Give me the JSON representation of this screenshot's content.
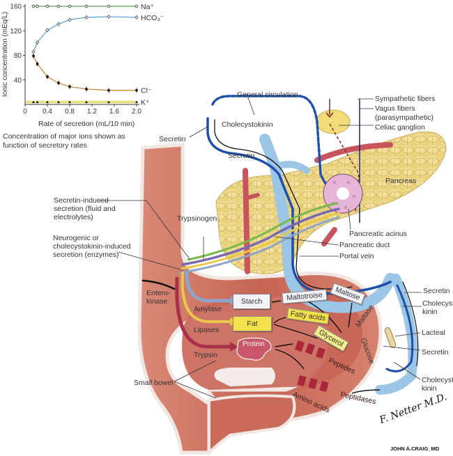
{
  "chart_data": {
    "type": "line",
    "title": "Concentration of major ions shown as function of secretory rates",
    "xlabel": "Rate of secretion (mL/10 min)",
    "ylabel": "Ionic concentration (mEq/L)",
    "xlim": [
      0,
      2.0
    ],
    "ylim": [
      0,
      160
    ],
    "xticks": [
      "0",
      "0.4",
      "0.8",
      "1.2",
      "1.6",
      "2.0"
    ],
    "yticks": [
      "40",
      "80",
      "120",
      "160"
    ],
    "x": [
      0.15,
      0.22,
      0.4,
      0.6,
      0.8,
      1.1,
      1.5,
      2.0
    ],
    "series": [
      {
        "name": "Na+",
        "label": "Na⁺",
        "color": "#5aa04a",
        "marker": "open-circle",
        "values": [
          160,
          160,
          160,
          160,
          160,
          160,
          160,
          160
        ]
      },
      {
        "name": "HCO3-",
        "label": "HCO₃⁻",
        "color": "#5aa6d8",
        "marker": "open-diamond",
        "values": [
          86,
          101,
          121,
          131,
          138,
          142,
          143,
          142
        ]
      },
      {
        "name": "Cl-",
        "label": "Cl⁻",
        "color": "#c98a3a",
        "marker": "filled-circle",
        "values": [
          79,
          66,
          45,
          35,
          29,
          25,
          23,
          23
        ]
      },
      {
        "name": "K+",
        "label": "K⁺",
        "color": "#e8e07a",
        "marker": "filled-triangle",
        "values": [
          4,
          4,
          4,
          4,
          4,
          4,
          4,
          4
        ]
      }
    ]
  },
  "labels": {
    "general_circulation": "General circulation",
    "cholecystokinin_top": "Cholecystokinin",
    "secretin_left": "Secretin",
    "secretin_mid": "Secretin",
    "sympathetic": "Sympathetic fibers",
    "vagus_1": "Vagus fibers",
    "vagus_2": "(parasympathetic)",
    "celiac": "Celiac ganglion",
    "pancreas": "Pancreas",
    "acinus": "Pancreatic acinus",
    "duct": "Pancreatic duct",
    "portal": "Portal vein",
    "secretin_induced": "Secretin-induced secretion (fluid and electrolytes)",
    "neurogenic": "Neurogenic or cholecystokinin-induced secretion (enzymes)",
    "trypsinogen": "Trypsinogen",
    "enterokinase": "Entero-kinase",
    "amylase": "Amylase",
    "lipases": "Lipases",
    "trypsin": "Trypsin",
    "starch": "Starch",
    "fat": "Fat",
    "protein": "Protein",
    "maltotroise": "Maltotroise",
    "maltose": "Maltose",
    "maltase": "Maltase",
    "fatty_acids": "Fatty acids",
    "glycerol": "Glycerol",
    "glucose": "Glucose",
    "peptides": "Peptides",
    "amino_acids": "Amino acids",
    "peptidases": "Peptidases",
    "secretin_r1": "Secretin",
    "cholecysto_r1": "Cholecysto-kinin",
    "lacteal": "Lacteal",
    "secretin_r2": "Secretin",
    "cholecysto_r2": "Cholecysto-kinin",
    "small_bowel": "Small bowel"
  },
  "signature": {
    "artist": "F. Netter M.D.",
    "coartist": "JOHN A.CRAIG_MD"
  },
  "colors": {
    "bowel": "#c96a5a",
    "pancreas": "#f0dc8e",
    "vein": "#9cc6e6",
    "artery": "#c8545e",
    "secretin_blue": "#1f4fa8",
    "starch_box": "#f4f2f8",
    "fat_box": "#f4e04a",
    "protein": "#c9566a"
  }
}
